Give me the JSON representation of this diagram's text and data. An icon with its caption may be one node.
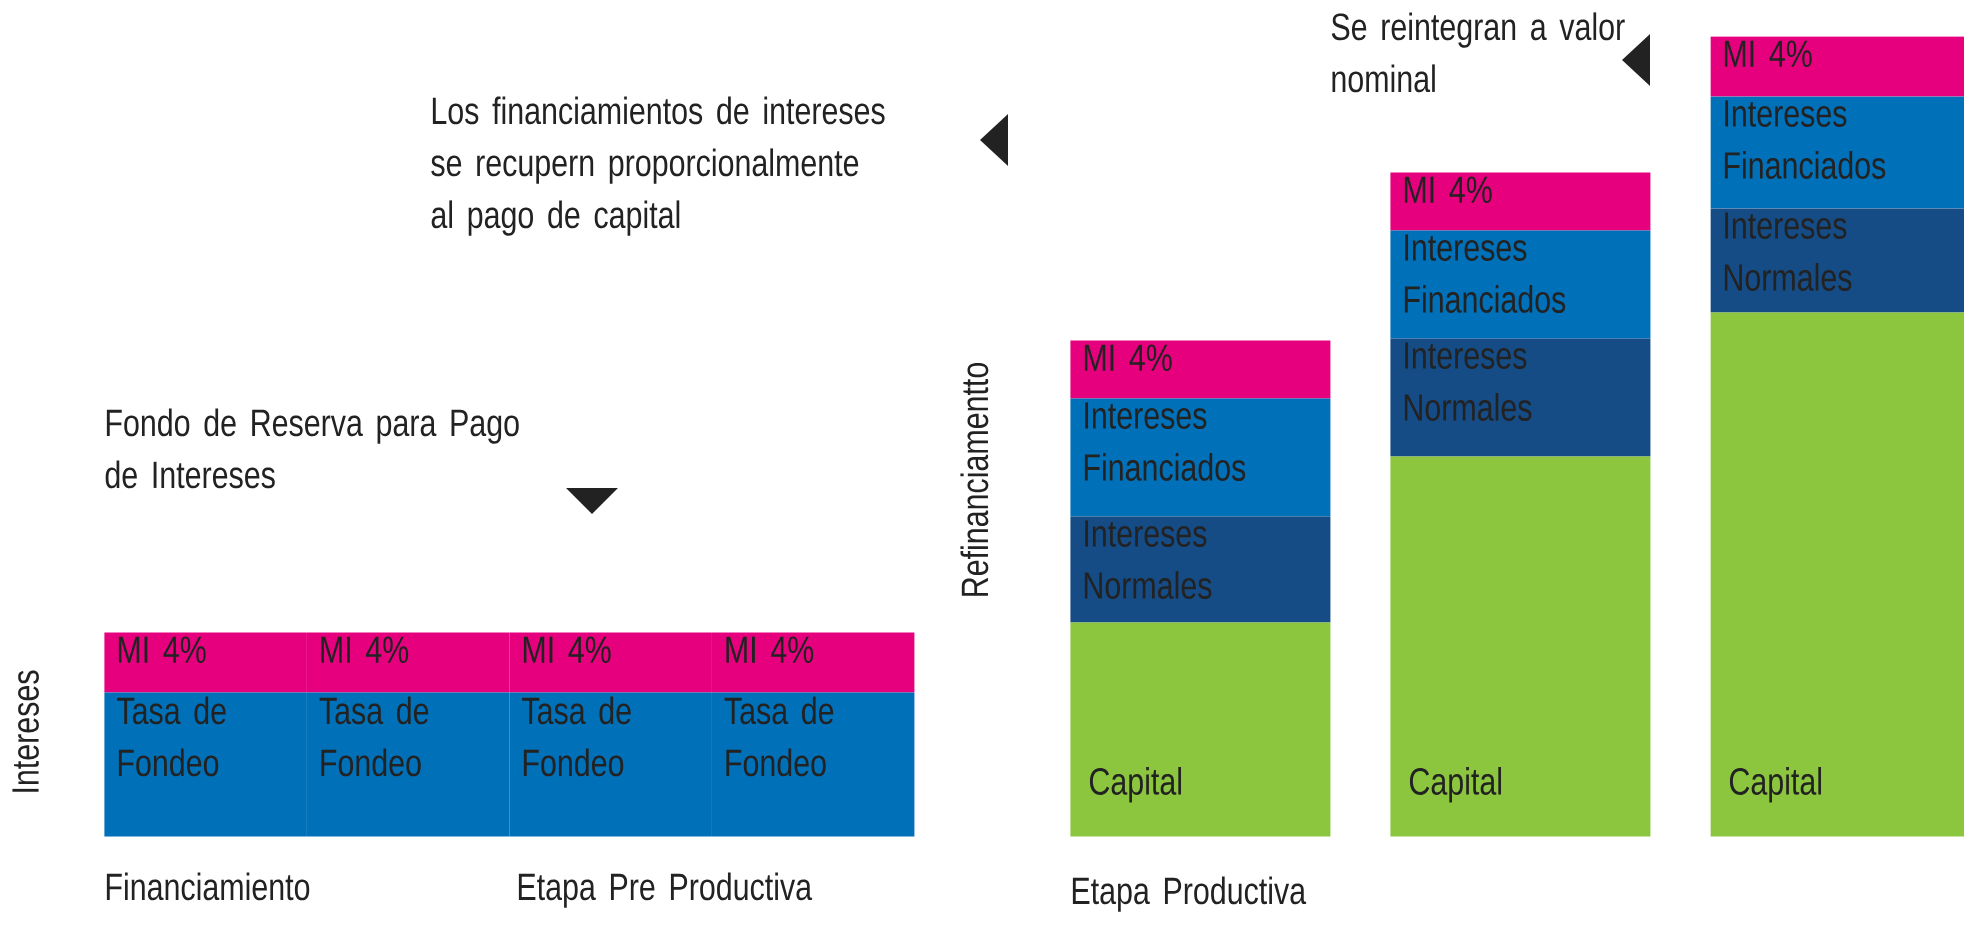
{
  "diagram": {
    "nodes": [
      {
        "text": [
          "MI 4%"
        ]
      },
      {
        "text": [
          "MI 4%"
        ]
      },
      {
        "text": [
          "MI 4%"
        ]
      },
      {
        "text": [
          "MI 4%"
        ]
      },
      {
        "text": [
          "Tasa de Fondeo"
        ]
      },
      {
        "text": [
          "Tasa de Fondeo"
        ]
      },
      {
        "text": [
          "Tasa de Fondeo"
        ]
      },
      {
        "text": [
          "Tasa de Fondeo"
        ]
      },
      {
        "text": [
          "MI 4%"
        ]
      },
      {
        "text": [
          "Intereses Financiados"
        ]
      },
      {
        "text": [
          "Intereses Normales"
        ]
      },
      {
        "text": [
          "Capital"
        ]
      },
      {
        "text": [
          "MI 4%"
        ]
      },
      {
        "text": [
          "Intereses Financiados"
        ]
      },
      {
        "text": [
          "Intereses Normales"
        ]
      },
      {
        "text": [
          "Capital"
        ]
      },
      {
        "text": [
          "MI 4%"
        ]
      },
      {
        "text": [
          "Intereses Financiados"
        ]
      },
      {
        "text": [
          "Intereses Normales"
        ]
      },
      {
        "text": [
          "Capital"
        ]
      }
    ],
    "labels": [
      "Se reintegran a valor nominal",
      "Los financiamientos de intereses se recupern proporcionalmente al pago de capital",
      "Refinanciamentto",
      "Fondo de Reserva para Pago de Intereses",
      "Intereses",
      "Financiamiento",
      "Etapa Pre Productiva",
      "Etapa Productiva"
    ]
  }
}
